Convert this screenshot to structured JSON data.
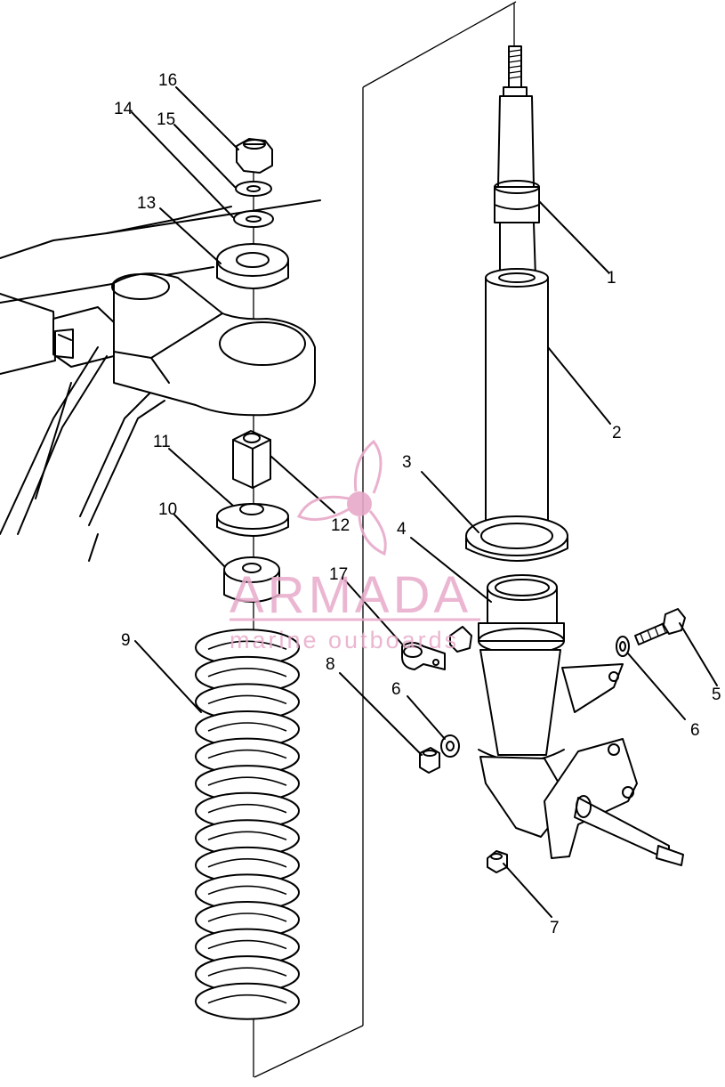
{
  "callouts": [
    "1",
    "2",
    "3",
    "4",
    "5",
    "6",
    "6",
    "7",
    "8",
    "9",
    "10",
    "11",
    "12",
    "13",
    "14",
    "15",
    "16",
    "17"
  ],
  "watermark": {
    "brand": "ARMADA",
    "tagline": "marine outboards",
    "color": "#e7a9c9",
    "icon": "propeller-icon"
  }
}
